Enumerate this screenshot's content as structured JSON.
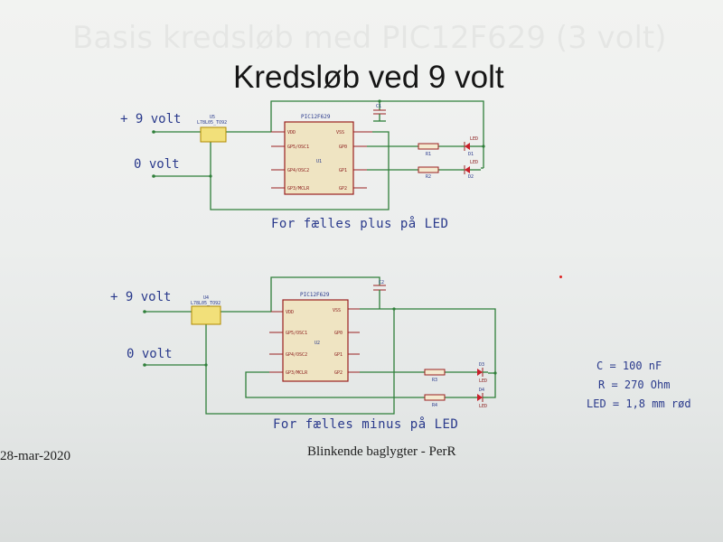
{
  "document": {
    "title": "Kredsløb ved 9 volt",
    "date": "28-mar-2020",
    "footer": "Blinkende baglygter  -  PerR"
  },
  "circuits": [
    {
      "plus_label": "+ 9 volt",
      "zero_label": "0 volt",
      "caption": "For fælles plus på LED",
      "regulator_ref": "U5",
      "regulator_part": "L78L05_TO92",
      "chip_part": "PIC12F629",
      "chip_ref": "U1",
      "capacitor_ref": "C1",
      "resistors": [
        "R1",
        "R2"
      ],
      "leds": [
        "D1",
        "D2"
      ],
      "led_text": "LED",
      "pins_left": [
        "VDD",
        "GP5/OSC1",
        "GP4/OSC2",
        "GP3/MCLR"
      ],
      "pins_right": [
        "VSS",
        "GP0",
        "GP1",
        "GP2"
      ]
    },
    {
      "plus_label": "+ 9 volt",
      "zero_label": "0 volt",
      "caption": "For fælles minus på LED",
      "regulator_ref": "U4",
      "regulator_part": "L78L05_TO92",
      "chip_part": "PIC12F629",
      "chip_ref": "U2",
      "capacitor_ref": "C2",
      "resistors": [
        "R3",
        "R4"
      ],
      "leds": [
        "D3",
        "D4"
      ],
      "led_text": "LED",
      "pins_left": [
        "VDD",
        "GP5/OSC1",
        "GP4/OSC2",
        "GP3/MCLR"
      ],
      "pins_right": [
        "VSS",
        "GP0",
        "GP1",
        "GP2"
      ]
    }
  ],
  "components": {
    "capacitor": "C = 100 nF",
    "resistor": "R = 270 Ohm",
    "led": "LED = 1,8 mm rød"
  }
}
